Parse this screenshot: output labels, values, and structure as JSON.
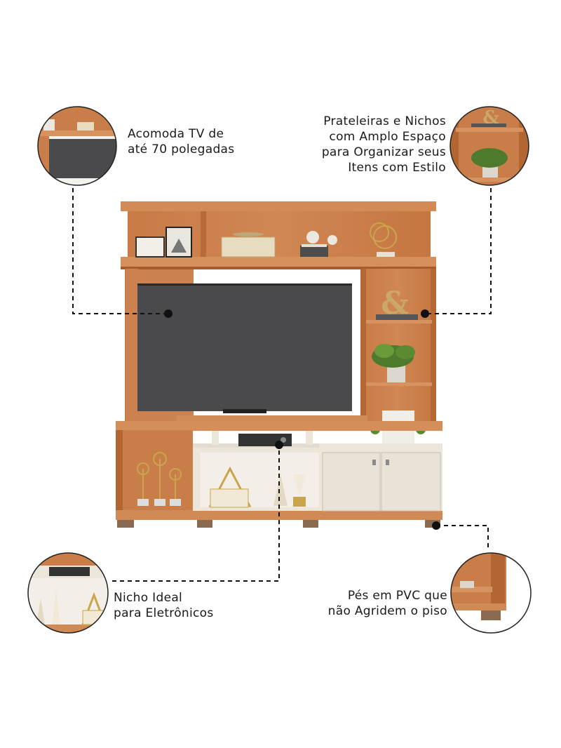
{
  "callouts": {
    "tv": {
      "lines": [
        "Acomoda TV de",
        "até 70 polegadas"
      ],
      "icon": "tv-detail-icon"
    },
    "shelves": {
      "lines": [
        "Prateleiras e Nichos",
        "com Amplo Espaço",
        "para Organizar seus",
        "Itens com Estilo"
      ],
      "icon": "shelf-detail-icon"
    },
    "niche": {
      "lines": [
        "Nicho Ideal",
        "para Eletrônicos"
      ],
      "icon": "niche-detail-icon"
    },
    "feet": {
      "lines": [
        "Pés em PVC que",
        "não Agridem o piso"
      ],
      "icon": "feet-detail-icon"
    }
  },
  "colors": {
    "wood": "#c87a45",
    "wood_dark": "#a85f30",
    "off_white": "#ece6dc",
    "tv": "#4a4a4c",
    "feet": "#8a6a50"
  }
}
